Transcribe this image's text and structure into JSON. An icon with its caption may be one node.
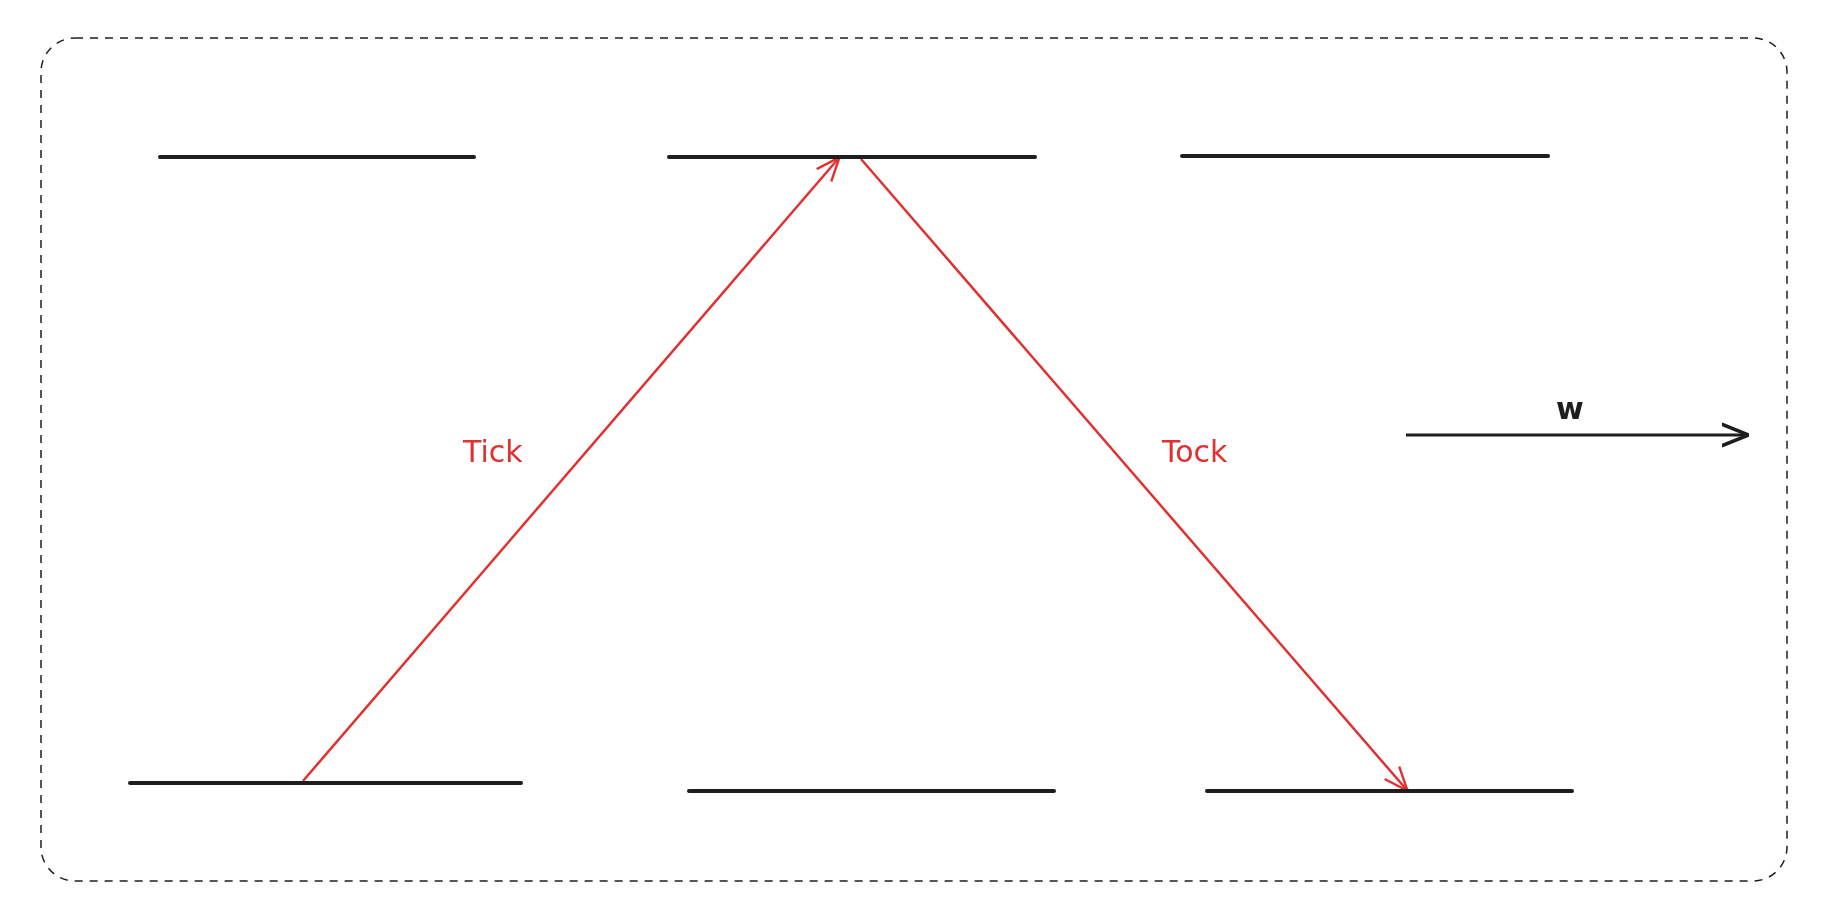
{
  "diagram": {
    "nodes": [
      {
        "text": [],
        "shape": "bar"
      },
      {
        "text": [],
        "shape": "bar"
      },
      {
        "text": [],
        "shape": "bar"
      },
      {
        "text": [],
        "shape": "bar"
      },
      {
        "text": [],
        "shape": "bar"
      },
      {
        "text": [],
        "shape": "bar"
      }
    ],
    "edges": [
      {
        "from": 3,
        "to": 1,
        "arrow": "to",
        "label": "Tick"
      },
      {
        "from": 1,
        "to": 5,
        "arrow": "to",
        "label": "Tock"
      }
    ],
    "labels": [
      "w"
    ]
  }
}
